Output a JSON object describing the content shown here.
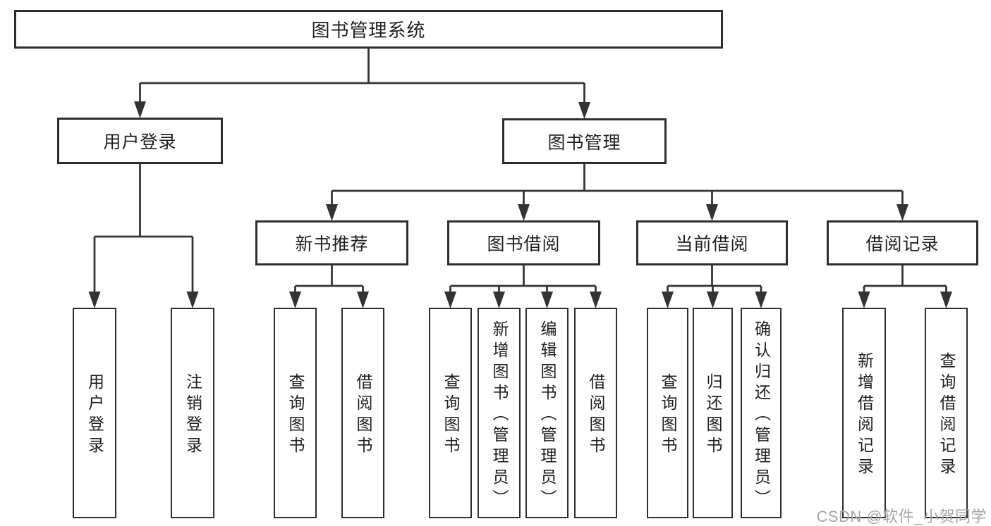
{
  "diagram": {
    "colors": {
      "background": "#ffffff",
      "line": "#333333",
      "box_border": "#2e2e2e",
      "box_fill": "#ffffff",
      "text": "#1f1f1f",
      "watermark": "#a5a5a5"
    },
    "watermark": {
      "text": "CSDN @软件_小贺同学"
    },
    "nodes": [
      {
        "id": "root",
        "label": "图书管理系统",
        "orientation": "horizontal",
        "level": 1
      },
      {
        "id": "user-login",
        "label": "用户登录",
        "orientation": "horizontal",
        "level": 2
      },
      {
        "id": "book-management",
        "label": "图书管理",
        "orientation": "horizontal",
        "level": 2
      },
      {
        "id": "new-book-recommend",
        "label": "新书推荐",
        "orientation": "horizontal",
        "level": 3
      },
      {
        "id": "book-borrowing",
        "label": "图书借阅",
        "orientation": "horizontal",
        "level": 3
      },
      {
        "id": "current-borrowing",
        "label": "当前借阅",
        "orientation": "horizontal",
        "level": 3
      },
      {
        "id": "borrowing-records",
        "label": "借阅记录",
        "orientation": "horizontal",
        "level": 3
      },
      {
        "id": "user-login-action",
        "label": "用户登录",
        "orientation": "vertical",
        "level": 4
      },
      {
        "id": "logout-action",
        "label": "注销登录",
        "orientation": "vertical",
        "level": 4
      },
      {
        "id": "query-books-recommend",
        "label": "查询图书",
        "orientation": "vertical",
        "level": 4
      },
      {
        "id": "borrow-books-recommend",
        "label": "借阅图书",
        "orientation": "vertical",
        "level": 4
      },
      {
        "id": "query-books-borrowing",
        "label": "查询图书",
        "orientation": "vertical",
        "level": 4
      },
      {
        "id": "add-books-admin",
        "label": "新增图书（管理员）",
        "orientation": "vertical",
        "level": 4
      },
      {
        "id": "edit-books-admin",
        "label": "编辑图书（管理员）",
        "orientation": "vertical",
        "level": 4
      },
      {
        "id": "borrow-books-borrowing",
        "label": "借阅图书",
        "orientation": "vertical",
        "level": 4
      },
      {
        "id": "query-books-current",
        "label": "查询图书",
        "orientation": "vertical",
        "level": 4
      },
      {
        "id": "return-books",
        "label": "归还图书",
        "orientation": "vertical",
        "level": 4
      },
      {
        "id": "confirm-return-admin",
        "label": "确认归还（管理员）",
        "orientation": "vertical",
        "level": 4
      },
      {
        "id": "add-borrow-record",
        "label": "新增借阅记录",
        "orientation": "vertical",
        "level": 4
      },
      {
        "id": "query-borrow-record",
        "label": "查询借阅记录",
        "orientation": "vertical",
        "level": 4
      }
    ],
    "edges": [
      {
        "parent": "root",
        "children": [
          "user-login",
          "book-management"
        ]
      },
      {
        "parent": "user-login",
        "children": [
          "user-login-action",
          "logout-action"
        ]
      },
      {
        "parent": "book-management",
        "children": [
          "new-book-recommend",
          "book-borrowing",
          "current-borrowing",
          "borrowing-records"
        ]
      },
      {
        "parent": "new-book-recommend",
        "children": [
          "query-books-recommend",
          "borrow-books-recommend"
        ]
      },
      {
        "parent": "book-borrowing",
        "children": [
          "query-books-borrowing",
          "add-books-admin",
          "edit-books-admin",
          "borrow-books-borrowing"
        ]
      },
      {
        "parent": "current-borrowing",
        "children": [
          "query-books-current",
          "return-books",
          "confirm-return-admin"
        ]
      },
      {
        "parent": "borrowing-records",
        "children": [
          "add-borrow-record",
          "query-borrow-record"
        ]
      }
    ]
  }
}
